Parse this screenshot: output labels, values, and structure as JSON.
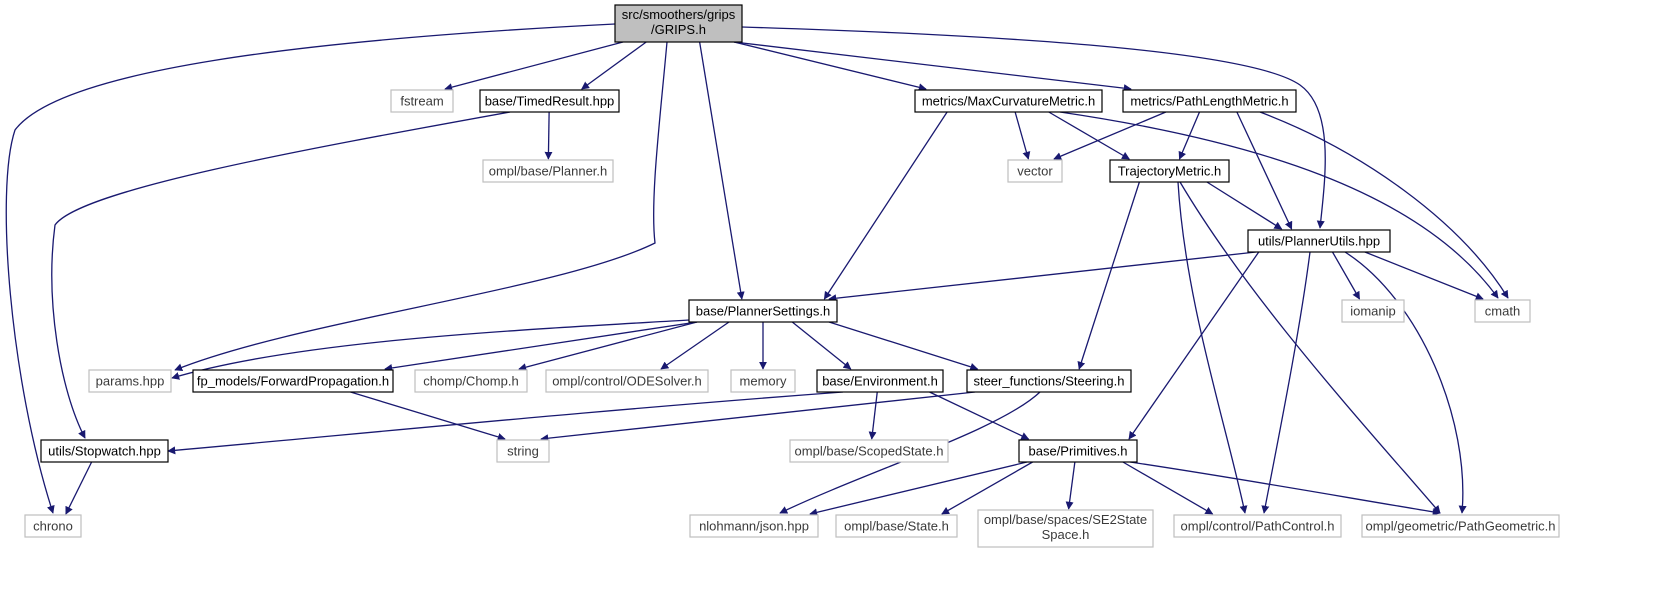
{
  "graph": {
    "nodes": [
      {
        "id": "grips",
        "label": "src/smoothers/grips\n/GRIPS.h",
        "kind": "root",
        "name": "node-grips-h"
      },
      {
        "id": "fstream",
        "label": "fstream",
        "kind": "sys",
        "name": "node-fstream"
      },
      {
        "id": "timedresult",
        "label": "base/TimedResult.hpp",
        "kind": "local",
        "name": "node-timedresult-hpp"
      },
      {
        "id": "maxcurv",
        "label": "metrics/MaxCurvatureMetric.h",
        "kind": "local",
        "name": "node-maxcurvaturemetric-h"
      },
      {
        "id": "pathlen",
        "label": "metrics/PathLengthMetric.h",
        "kind": "local",
        "name": "node-pathlengthmetric-h"
      },
      {
        "id": "planner",
        "label": "ompl/base/Planner.h",
        "kind": "sys",
        "name": "node-ompl-planner-h"
      },
      {
        "id": "vector",
        "label": "vector",
        "kind": "sys",
        "name": "node-vector"
      },
      {
        "id": "trajmetric",
        "label": "TrajectoryMetric.h",
        "kind": "local",
        "name": "node-trajectorymetric-h"
      },
      {
        "id": "plannerutils",
        "label": "utils/PlannerUtils.hpp",
        "kind": "local",
        "name": "node-plannerutils-hpp"
      },
      {
        "id": "plannersettings",
        "label": "base/PlannerSettings.h",
        "kind": "local",
        "name": "node-plannersettings-h"
      },
      {
        "id": "iomanip",
        "label": "iomanip",
        "kind": "sys",
        "name": "node-iomanip"
      },
      {
        "id": "cmath",
        "label": "cmath",
        "kind": "sys",
        "name": "node-cmath"
      },
      {
        "id": "params",
        "label": "params.hpp",
        "kind": "sys",
        "name": "node-params-hpp"
      },
      {
        "id": "fwdprop",
        "label": "fp_models/ForwardPropagation.h",
        "kind": "local",
        "name": "node-forwardpropagation-h"
      },
      {
        "id": "chomp",
        "label": "chomp/Chomp.h",
        "kind": "sys",
        "name": "node-chomp-h"
      },
      {
        "id": "odesolver",
        "label": "ompl/control/ODESolver.h",
        "kind": "sys",
        "name": "node-odesolver-h"
      },
      {
        "id": "memory",
        "label": "memory",
        "kind": "sys",
        "name": "node-memory"
      },
      {
        "id": "environment",
        "label": "base/Environment.h",
        "kind": "local",
        "name": "node-environment-h"
      },
      {
        "id": "steering",
        "label": "steer_functions/Steering.h",
        "kind": "local",
        "name": "node-steering-h"
      },
      {
        "id": "stopwatch",
        "label": "utils/Stopwatch.hpp",
        "kind": "local",
        "name": "node-stopwatch-hpp"
      },
      {
        "id": "string",
        "label": "string",
        "kind": "sys",
        "name": "node-string"
      },
      {
        "id": "scopedstate",
        "label": "ompl/base/ScopedState.h",
        "kind": "sys",
        "name": "node-scopedstate-h"
      },
      {
        "id": "primitives",
        "label": "base/Primitives.h",
        "kind": "local",
        "name": "node-primitives-h"
      },
      {
        "id": "chrono",
        "label": "chrono",
        "kind": "sys",
        "name": "node-chrono"
      },
      {
        "id": "json",
        "label": "nlohmann/json.hpp",
        "kind": "sys",
        "name": "node-json-hpp"
      },
      {
        "id": "state",
        "label": "ompl/base/State.h",
        "kind": "sys",
        "name": "node-state-h"
      },
      {
        "id": "se2",
        "label": "ompl/base/spaces/SE2State\nSpace.h",
        "kind": "sys",
        "name": "node-se2statespace-h"
      },
      {
        "id": "pathcontrol",
        "label": "ompl/control/PathControl.h",
        "kind": "sys",
        "name": "node-pathcontrol-h"
      },
      {
        "id": "pathgeom",
        "label": "ompl/geometric/PathGeometric.h",
        "kind": "sys",
        "name": "node-pathgeometric-h"
      }
    ],
    "edges": [
      {
        "from": "grips",
        "to": "fstream"
      },
      {
        "from": "grips",
        "to": "timedresult"
      },
      {
        "from": "grips",
        "to": "maxcurv"
      },
      {
        "from": "grips",
        "to": "pathlen"
      },
      {
        "from": "grips",
        "to": "plannerutils"
      },
      {
        "from": "grips",
        "to": "plannersettings"
      },
      {
        "from": "grips",
        "to": "params"
      },
      {
        "from": "grips",
        "to": "chrono"
      },
      {
        "from": "timedresult",
        "to": "planner"
      },
      {
        "from": "timedresult",
        "to": "stopwatch"
      },
      {
        "from": "maxcurv",
        "to": "vector"
      },
      {
        "from": "maxcurv",
        "to": "trajmetric"
      },
      {
        "from": "maxcurv",
        "to": "cmath"
      },
      {
        "from": "maxcurv",
        "to": "plannersettings"
      },
      {
        "from": "pathlen",
        "to": "vector"
      },
      {
        "from": "pathlen",
        "to": "trajmetric"
      },
      {
        "from": "pathlen",
        "to": "plannerutils"
      },
      {
        "from": "pathlen",
        "to": "cmath"
      },
      {
        "from": "trajmetric",
        "to": "plannerutils"
      },
      {
        "from": "trajmetric",
        "to": "steering"
      },
      {
        "from": "trajmetric",
        "to": "pathcontrol"
      },
      {
        "from": "trajmetric",
        "to": "pathgeom"
      },
      {
        "from": "plannerutils",
        "to": "plannersettings"
      },
      {
        "from": "plannerutils",
        "to": "iomanip"
      },
      {
        "from": "plannerutils",
        "to": "cmath"
      },
      {
        "from": "plannerutils",
        "to": "primitives"
      },
      {
        "from": "plannerutils",
        "to": "pathcontrol"
      },
      {
        "from": "plannerutils",
        "to": "pathgeom"
      },
      {
        "from": "plannersettings",
        "to": "params"
      },
      {
        "from": "plannersettings",
        "to": "fwdprop"
      },
      {
        "from": "plannersettings",
        "to": "chomp"
      },
      {
        "from": "plannersettings",
        "to": "odesolver"
      },
      {
        "from": "plannersettings",
        "to": "memory"
      },
      {
        "from": "plannersettings",
        "to": "environment"
      },
      {
        "from": "plannersettings",
        "to": "steering"
      },
      {
        "from": "fwdprop",
        "to": "string"
      },
      {
        "from": "environment",
        "to": "stopwatch"
      },
      {
        "from": "environment",
        "to": "scopedstate"
      },
      {
        "from": "environment",
        "to": "primitives"
      },
      {
        "from": "steering",
        "to": "string"
      },
      {
        "from": "steering",
        "to": "json"
      },
      {
        "from": "stopwatch",
        "to": "chrono"
      },
      {
        "from": "primitives",
        "to": "json"
      },
      {
        "from": "primitives",
        "to": "state"
      },
      {
        "from": "primitives",
        "to": "se2"
      },
      {
        "from": "primitives",
        "to": "pathcontrol"
      },
      {
        "from": "primitives",
        "to": "pathgeom"
      }
    ]
  }
}
